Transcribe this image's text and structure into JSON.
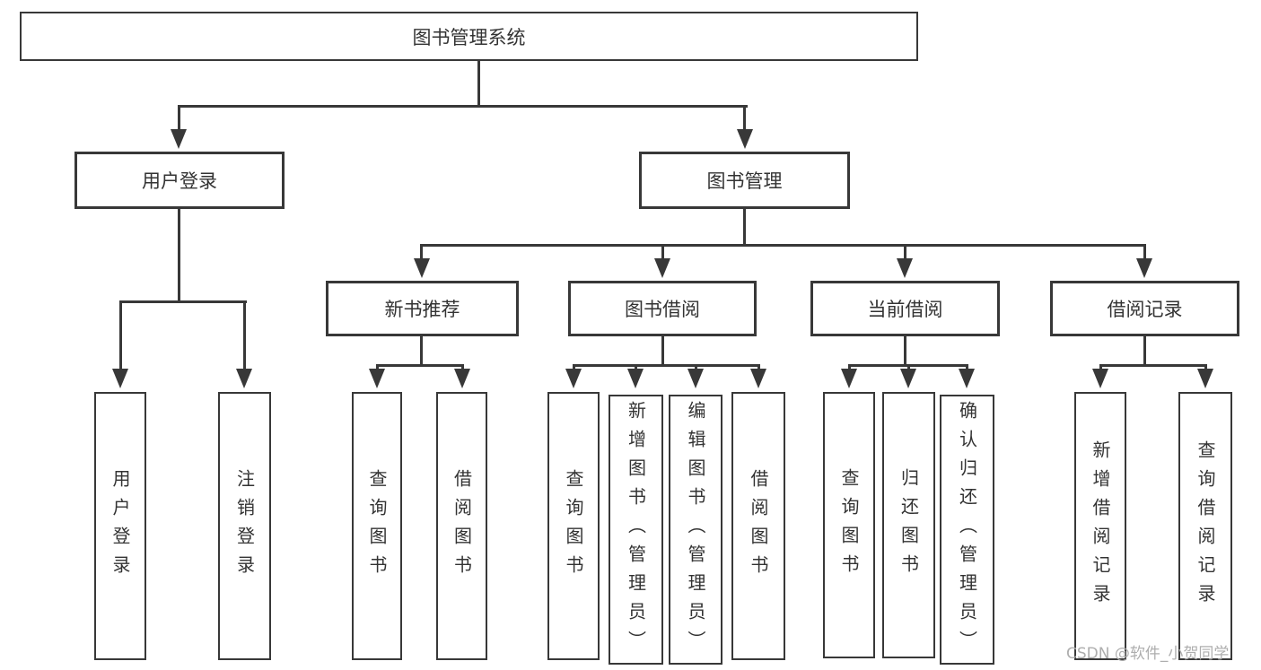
{
  "diagram": {
    "root": {
      "label": "图书管理系统"
    },
    "l2": [
      {
        "label": "用户登录"
      },
      {
        "label": "图书管理"
      }
    ],
    "l3": [
      {
        "label": "新书推荐"
      },
      {
        "label": "图书借阅"
      },
      {
        "label": "当前借阅"
      },
      {
        "label": "借阅记录"
      }
    ],
    "leaves": [
      {
        "label": "用户登录"
      },
      {
        "label": "注销登录"
      },
      {
        "label": "查询图书"
      },
      {
        "label": "借阅图书"
      },
      {
        "label": "查询图书"
      },
      {
        "label": "新增图书（管理员）"
      },
      {
        "label": "编辑图书（管理员）"
      },
      {
        "label": "借阅图书"
      },
      {
        "label": "查询图书"
      },
      {
        "label": "归还图书"
      },
      {
        "label": "确认归还（管理员）"
      },
      {
        "label": "新增借阅记录"
      },
      {
        "label": "查询借阅记录"
      }
    ]
  },
  "watermark": {
    "text": "CSDN @软件_小贺同学"
  },
  "colors": {
    "line": "#383838",
    "text": "#333333",
    "box_fill": "#ffffff",
    "background": "#ffffff",
    "watermark": "#aeaeae"
  }
}
